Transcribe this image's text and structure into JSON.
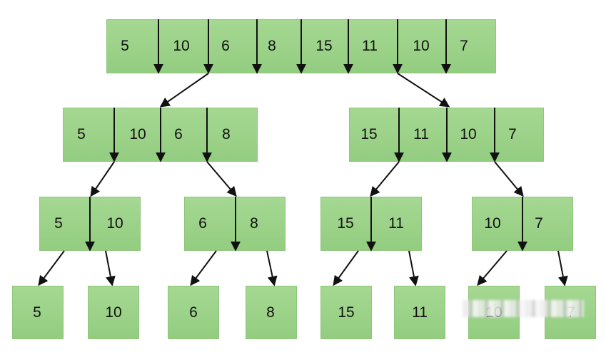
{
  "diagram": {
    "colors": {
      "box_fill": "#93cd80",
      "line": "#111111",
      "text": "#111111"
    },
    "levels": [
      {
        "boxes": [
          {
            "values": [
              "5",
              "10",
              "6",
              "8",
              "15",
              "11",
              "10",
              "7"
            ]
          }
        ]
      },
      {
        "boxes": [
          {
            "values": [
              "5",
              "10",
              "6",
              "8"
            ]
          },
          {
            "values": [
              "15",
              "11",
              "10",
              "7"
            ]
          }
        ]
      },
      {
        "boxes": [
          {
            "values": [
              "5",
              "10"
            ]
          },
          {
            "values": [
              "6",
              "8"
            ]
          },
          {
            "values": [
              "15",
              "11"
            ]
          },
          {
            "values": [
              "10",
              "7"
            ]
          }
        ]
      },
      {
        "boxes": [
          {
            "values": [
              "5"
            ]
          },
          {
            "values": [
              "10"
            ]
          },
          {
            "values": [
              "6"
            ]
          },
          {
            "values": [
              "8"
            ]
          },
          {
            "values": [
              "15"
            ]
          },
          {
            "values": [
              "11"
            ]
          },
          {
            "values": [
              "10"
            ]
          },
          {
            "values": [
              "7"
            ]
          }
        ]
      }
    ]
  }
}
